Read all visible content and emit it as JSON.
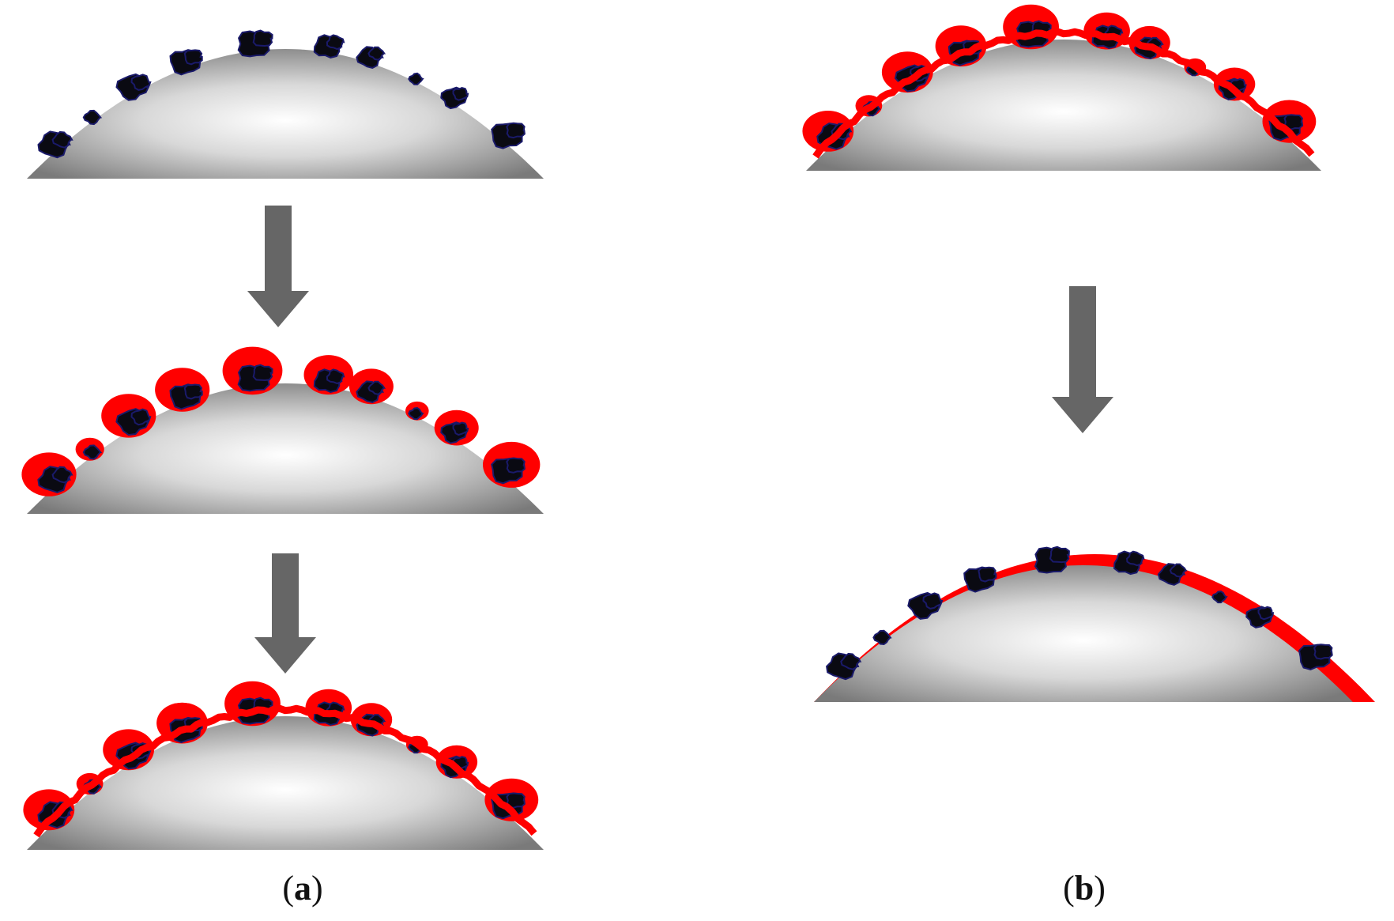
{
  "panels": [
    {
      "id": "a",
      "label": "a",
      "caption_open": "(",
      "caption_close": ")"
    },
    {
      "id": "b",
      "label": "b",
      "caption_open": "(",
      "caption_close": ")"
    }
  ],
  "colors": {
    "coating": "#ff0000",
    "particle": "#0a0a12",
    "particle_outline": "#1a1a6a",
    "arrow": "#666666",
    "substrate_center": "#ffffff",
    "substrate_edge": "#7a7a7a"
  },
  "legend_icons": [
    "down-arrow-icon",
    "particle-cluster-icon"
  ]
}
